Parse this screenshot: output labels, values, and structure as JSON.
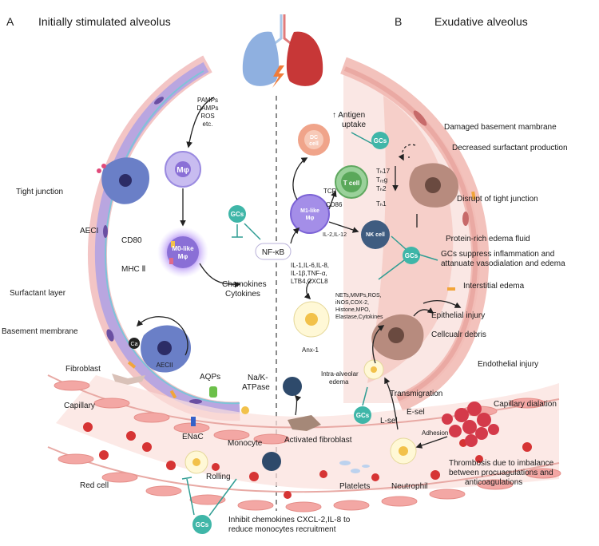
{
  "panels": {
    "a_letter": "A",
    "a_title": "Initially stimulated alveolus",
    "b_letter": "B",
    "b_title": "Exudative  alveolus"
  },
  "left_labels": {
    "pamps": "PAMPs",
    "damps": "DAMPs",
    "ros": "ROS",
    "etc": "etc.",
    "mphi": "Mφ",
    "tight_junction": "Tight junction",
    "aeci": "AECI",
    "cd80": "CD80",
    "mhc2": "MHC Ⅱ",
    "m0like_1": "M0-like",
    "m0like_2": "Mφ",
    "gcs": "GCs",
    "nfkb": "NF-κB",
    "chemokines": "Chemokines",
    "cytokines": "Cytokines",
    "surfactant_layer": "Surfactant layer",
    "basement_membrane": "Basement membrane",
    "ca": "Ca",
    "aecii": "AECII",
    "fibroblast": "Fibroblast",
    "aqps": "AQPs",
    "na_k_1": "Na/K-",
    "na_k_2": "ATPase",
    "enac": "ENaC",
    "capillary": "Capillary",
    "rolling": "Rolling",
    "red_cell": "Red cell",
    "monocyte": "Monocyte",
    "gcs_bottom": "GCs",
    "inhibit_1": "Inhibit chemokines CXCL-2,IL-8 to",
    "inhibit_2": "reduce monocytes recruitment"
  },
  "right_labels": {
    "antigen_uptake": "↑ Antigen",
    "antigen_uptake_2": "uptake",
    "dc_1": "DC",
    "dc_2": "cell",
    "gcs_top": "GCs",
    "damaged_bm": "Damaged basement mambrane",
    "decreased_surf": "Decreased surfactant production",
    "tcell": "T cell",
    "tcr": "TCR",
    "cd86": "CD86",
    "th17": "Tₕ17",
    "treg": "Tᵣₑg",
    "th2": "Tₕ2",
    "th1": "Tₕ1",
    "disrupt_tj": "Disrupt of tight junction",
    "m1_1": "M1-like",
    "m1_2": "Mφ",
    "il2": "IL-2,IL-12",
    "nk_1": "NK cell",
    "protein_edema": "Protein-rich edema fluid",
    "gcs_mid": "GCs",
    "gcs_suppress_1": "GCs suppress inflammation and",
    "gcs_suppress_2": "attanuate vasodialation and edema",
    "cytokine_list_1": "IL-1,IL-6,IL-8,",
    "cytokine_list_2": "IL-1β,TNF-α,",
    "cytokine_list_3": "LTB4,CXCL8",
    "interstitial_edema": "Interstitial edema",
    "nets_1": "NETs,MMPs,ROS,",
    "nets_2": "iNOS,COX-2,",
    "nets_3": "Histone,MPO,",
    "nets_4": "Elastase,Cytokines",
    "epithelial_injury": "Epithelial injury",
    "cellular_debris": "Cellcualr debris",
    "anx1": "Anx-1",
    "intra_1": "Intra-alveolar",
    "intra_2": "edema",
    "endothelial_injury": "Endothelial injury",
    "transmigration": "Transmigration",
    "gcs_low": "GCs",
    "capillary_dialation": "Capillary dialation",
    "lsel": "L-sel",
    "esel": "E-sel",
    "adhesion": "Adhesion",
    "activated_fibroblast": "Activated fibroblast",
    "thrombosis_1": "Thrombosis due to imbalance",
    "thrombosis_2": "between procuagulations and",
    "thrombosis_3": "anticoagulations",
    "platelets": "Platelets",
    "neutrophil": "Neutrophil"
  },
  "colors": {
    "gc_badge": "#3fb6a8",
    "mphi_purple": "#8a6fd6",
    "membrane_purple": "#b7a6e0",
    "membrane_pink": "#f1b9b9",
    "capillary": "#f7c9c7",
    "red_cell": "#d43434",
    "edema": "#f4c9c2",
    "inhibit_line": "#2f9d93"
  }
}
